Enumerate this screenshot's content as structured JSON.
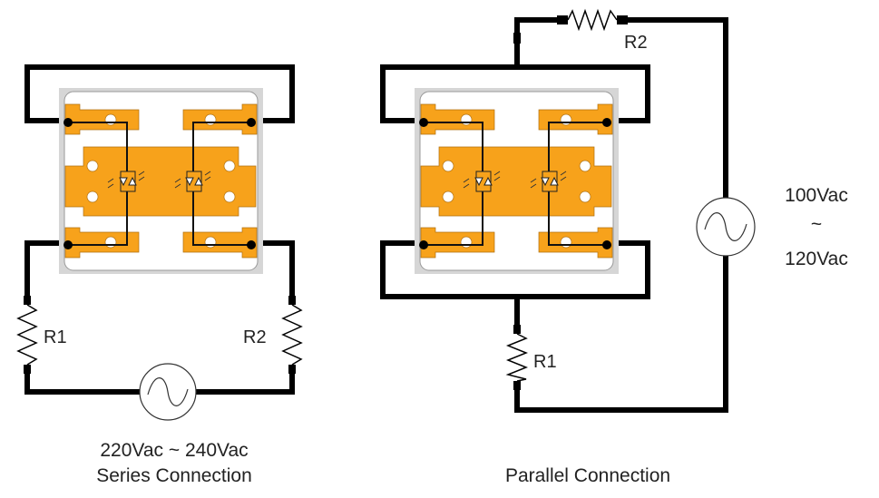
{
  "series_circuit": {
    "r1_label": "R1",
    "r2_label": "R2",
    "voltage_label": "220Vac ~ 240Vac",
    "caption": "Series Connection"
  },
  "parallel_circuit": {
    "r1_label": "R1",
    "r2_label": "R2",
    "voltage_line1": "100Vac",
    "voltage_line2": "~",
    "voltage_line3": "120Vac",
    "caption": "Parallel Connection"
  },
  "colors": {
    "pad": "#f7a21b",
    "package": "#d6d6d6",
    "wire": "#000000"
  }
}
